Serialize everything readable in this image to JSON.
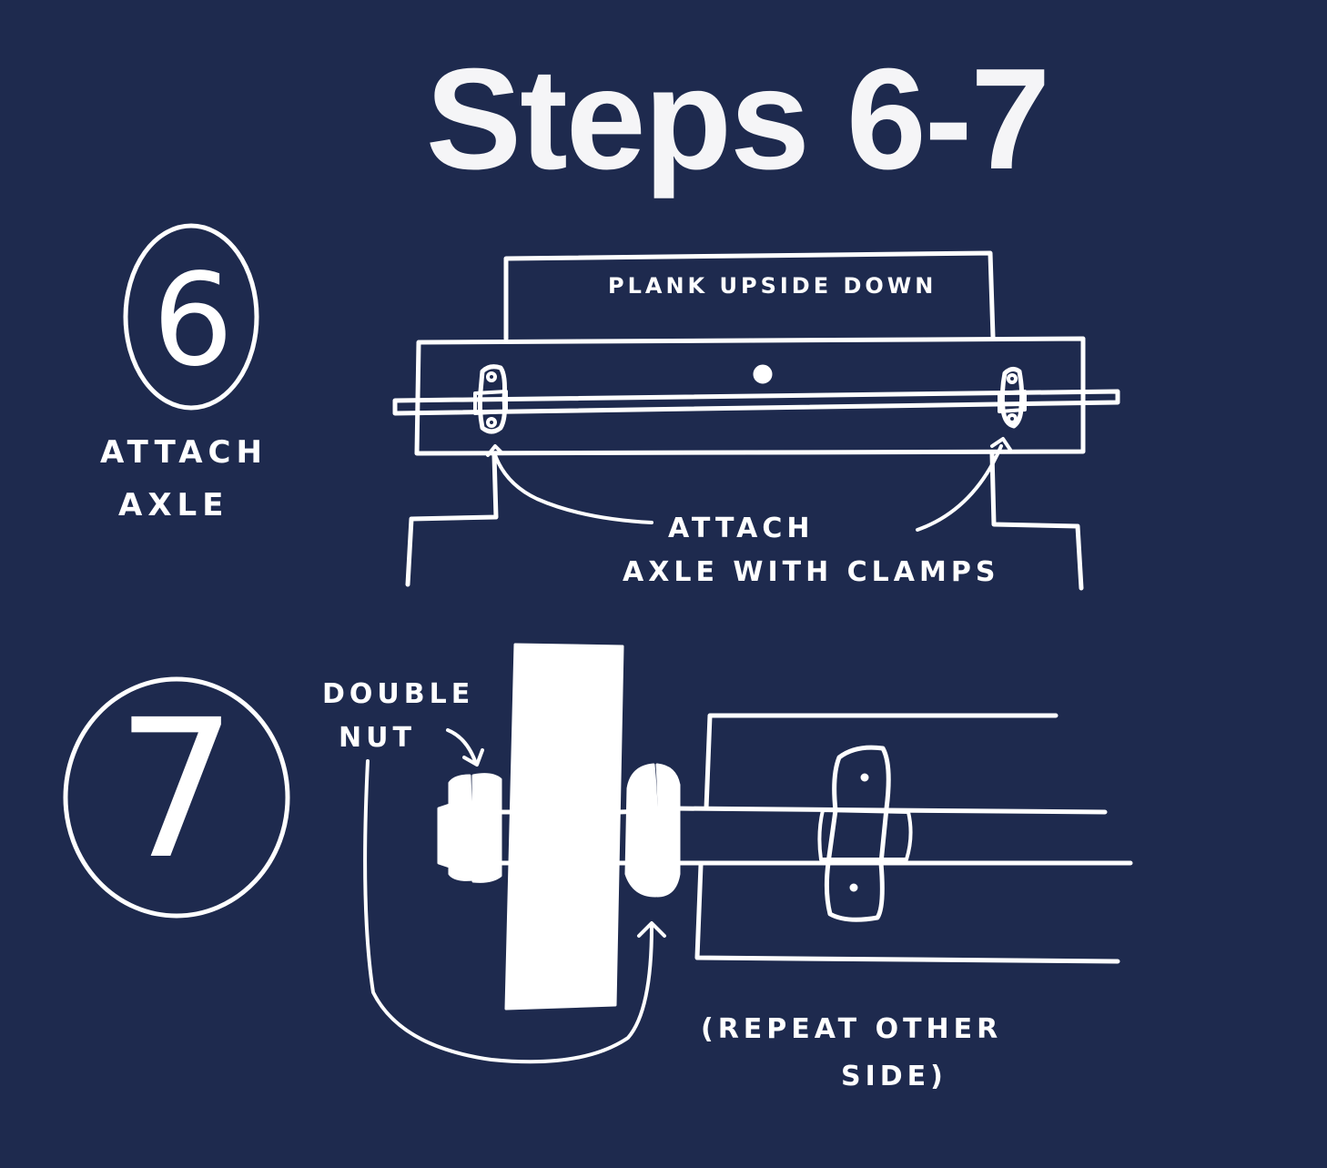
{
  "title": "Steps 6-7",
  "colors": {
    "background": "#1e2a4e",
    "ink": "#ffffff"
  },
  "step6": {
    "number": "6",
    "label_line1": "ATTACH",
    "label_line2": "AXLE",
    "plank_label": "PLANK UPSIDE DOWN",
    "callout_line1": "ATTACH",
    "callout_line2": "AXLE WITH CLAMPS"
  },
  "step7": {
    "number": "7",
    "nut_label_line1": "DOUBLE",
    "nut_label_line2": "NUT",
    "repeat_line1": "(REPEAT OTHER",
    "repeat_line2": "SIDE)"
  }
}
